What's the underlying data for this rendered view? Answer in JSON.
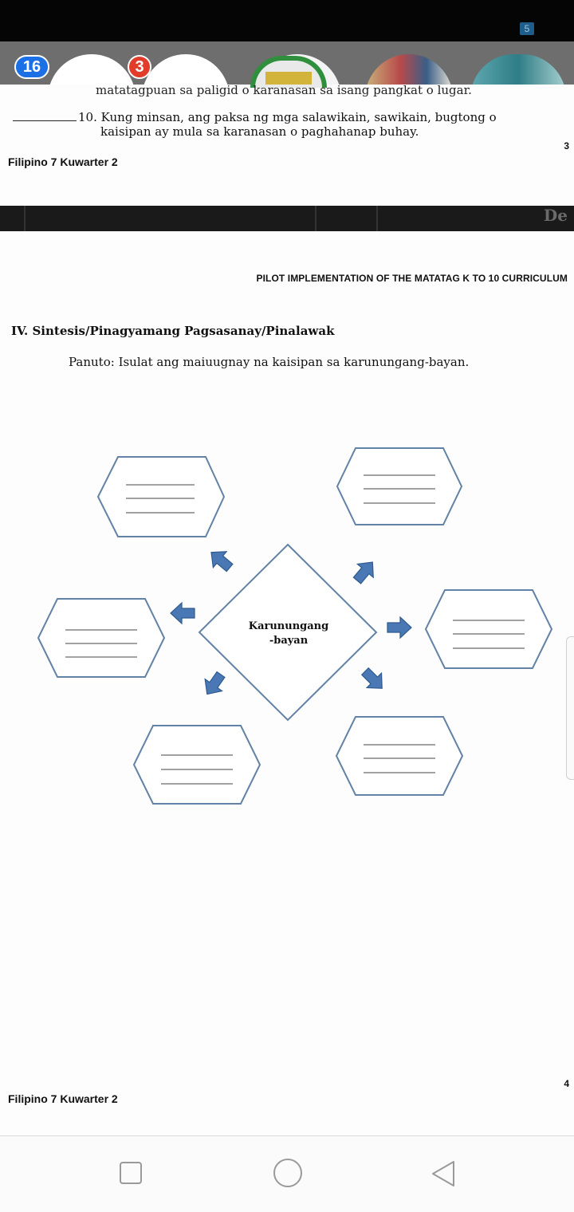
{
  "stories": {
    "badge_1": "16",
    "badge_2": "3",
    "indicator": "5"
  },
  "document": {
    "cut_line": "matatagpuan sa paligid o karanasan sa isang pangkat o lugar.",
    "item10_line1": "10. Kung minsan, ang paksa ng mga salawikain, sawikain, bugtong o",
    "item10_line2": "kaisipan ay mula sa karanasan o paghahanap buhay.",
    "page3_number": "3",
    "page3_footer": "Filipino 7 Kuwarter 2",
    "header_caption": "PILOT IMPLEMENTATION OF THE MATATAG K TO 10 CURRICULUM",
    "section_title": "IV. Sintesis/Pinagyamang  Pagsasanay/Pinalawak",
    "instruction": "Panuto: Isulat ang maiuugnay na kaisipan sa karunungang-bayan.",
    "diagram_center_line1": "Karunungang",
    "diagram_center_line2": "-bayan",
    "page4_number": "4",
    "page4_footer": "Filipino 7 Kuwarter 2",
    "dep_fragment": "De"
  },
  "colors": {
    "arrow_blue": "#4a78b4",
    "shape_stroke": "#6282a6",
    "green_logo": "#2f8f3c"
  },
  "navbar": {
    "recent_icon": "recent-apps-icon",
    "home_icon": "home-icon",
    "back_icon": "back-icon"
  }
}
